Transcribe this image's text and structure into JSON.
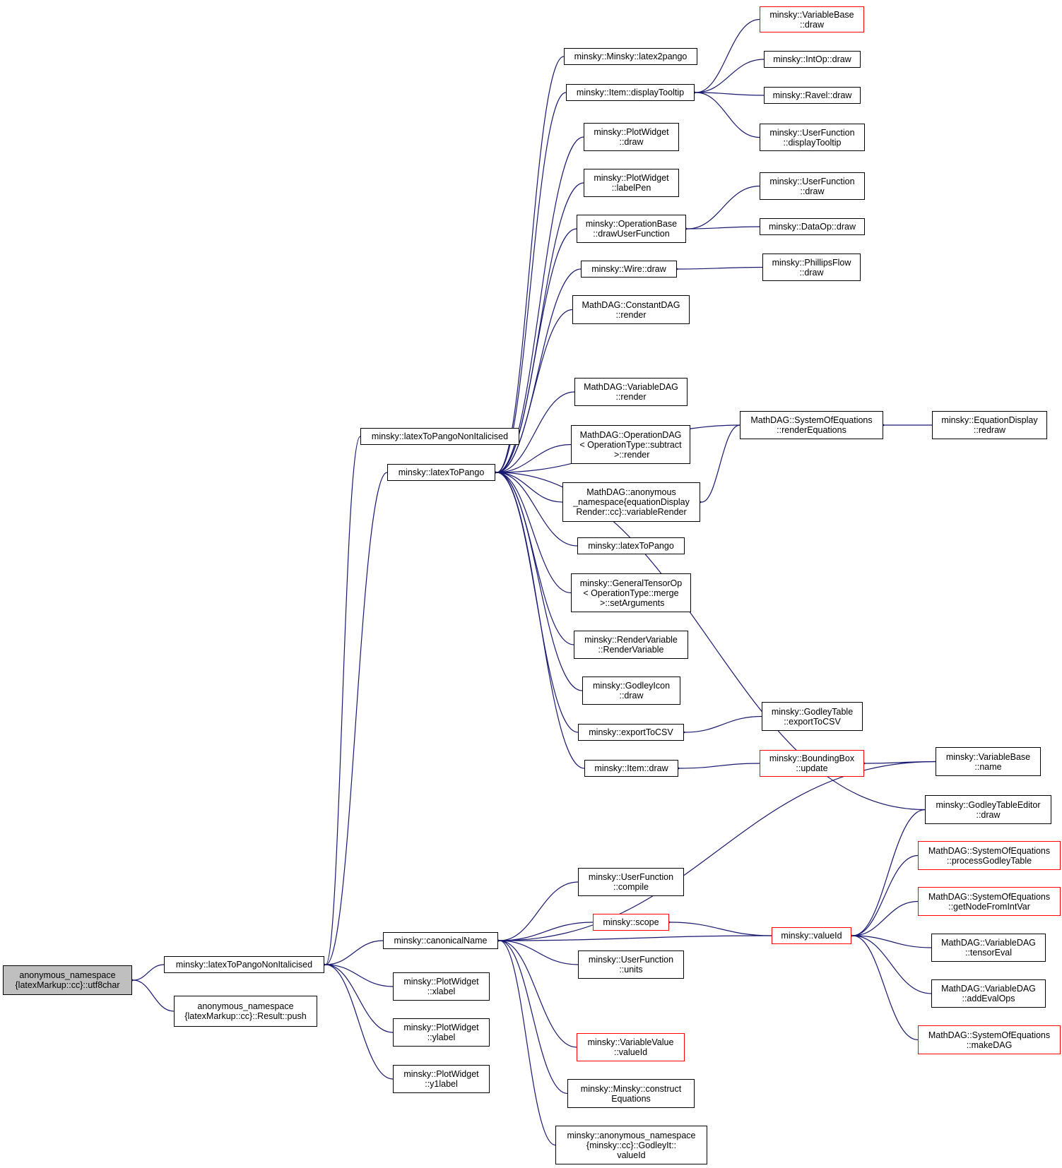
{
  "diagram": {
    "type": "call-graph",
    "edge_color": "#191970",
    "highlight_border_color": "#ff0000",
    "root_fill_color": "#bfbfbf",
    "nodes": [
      {
        "id": "utf8char",
        "label": "anonymous_namespace\n{latexMarkup::cc}::utf8char",
        "root": true
      },
      {
        "id": "ltpni_main",
        "label": "minsky::latexToPangoNonItalicised"
      },
      {
        "id": "push",
        "label": "anonymous_namespace\n{latexMarkup::cc}::Result::push"
      },
      {
        "id": "ltpni_top",
        "label": "minsky::latexToPangoNonItalicised"
      },
      {
        "id": "ltp",
        "label": "minsky::latexToPango"
      },
      {
        "id": "latex2pango",
        "label": "minsky::Minsky::latex2pango"
      },
      {
        "id": "displayTooltip",
        "label": "minsky::Item::displayTooltip"
      },
      {
        "id": "varbase_draw",
        "label": "minsky::VariableBase\n::draw",
        "red": true
      },
      {
        "id": "intop_draw",
        "label": "minsky::IntOp::draw"
      },
      {
        "id": "ravel_draw",
        "label": "minsky::Ravel::draw"
      },
      {
        "id": "uf_displayTooltip",
        "label": "minsky::UserFunction\n::displayTooltip"
      },
      {
        "id": "pw_draw",
        "label": "minsky::PlotWidget\n::draw"
      },
      {
        "id": "pw_labelPen",
        "label": "minsky::PlotWidget\n::labelPen"
      },
      {
        "id": "op_drawUF",
        "label": "minsky::OperationBase\n::drawUserFunction"
      },
      {
        "id": "uf_draw",
        "label": "minsky::UserFunction\n::draw"
      },
      {
        "id": "dataop_draw",
        "label": "minsky::DataOp::draw"
      },
      {
        "id": "wire_draw",
        "label": "minsky::Wire::draw"
      },
      {
        "id": "phillips_draw",
        "label": "minsky::PhillipsFlow\n::draw"
      },
      {
        "id": "constdag_render",
        "label": "MathDAG::ConstantDAG\n::render"
      },
      {
        "id": "vardag_render",
        "label": "MathDAG::VariableDAG\n::render"
      },
      {
        "id": "soe_renderEq",
        "label": "MathDAG::SystemOfEquations\n::renderEquations"
      },
      {
        "id": "eqdisp_redraw",
        "label": "minsky::EquationDisplay\n::redraw"
      },
      {
        "id": "opdag_render",
        "label": "MathDAG::OperationDAG\n< OperationType::subtract\n >::render"
      },
      {
        "id": "varRender",
        "label": "MathDAG::anonymous\n_namespace{equationDisplay\nRender::cc}::variableRender"
      },
      {
        "id": "ltp2",
        "label": "minsky::latexToPango"
      },
      {
        "id": "gto_setArgs",
        "label": "minsky::GeneralTensorOp\n< OperationType::merge\n >::setArguments"
      },
      {
        "id": "rendervar",
        "label": "minsky::RenderVariable\n::RenderVariable"
      },
      {
        "id": "godleyicon_draw",
        "label": "minsky::GodleyIcon\n::draw"
      },
      {
        "id": "exportToCSV",
        "label": "minsky::exportToCSV"
      },
      {
        "id": "gt_exportToCSV",
        "label": "minsky::GodleyTable\n::exportToCSV"
      },
      {
        "id": "item_draw",
        "label": "minsky::Item::draw"
      },
      {
        "id": "bbox_update",
        "label": "minsky::BoundingBox\n::update",
        "red": true
      },
      {
        "id": "varbase_name",
        "label": "minsky::VariableBase\n::name"
      },
      {
        "id": "gte_draw",
        "label": "minsky::GodleyTableEditor\n::draw"
      },
      {
        "id": "canonicalName",
        "label": "minsky::canonicalName"
      },
      {
        "id": "uf_compile",
        "label": "minsky::UserFunction\n::compile"
      },
      {
        "id": "scope",
        "label": "minsky::scope",
        "red": true
      },
      {
        "id": "valueId",
        "label": "minsky::valueId",
        "red": true
      },
      {
        "id": "uf_units",
        "label": "minsky::UserFunction\n::units"
      },
      {
        "id": "pw_xlabel",
        "label": "minsky::PlotWidget\n::xlabel"
      },
      {
        "id": "pw_ylabel",
        "label": "minsky::PlotWidget\n::ylabel"
      },
      {
        "id": "pw_y1label",
        "label": "minsky::PlotWidget\n::y1label"
      },
      {
        "id": "vv_valueId",
        "label": "minsky::VariableValue\n::valueId",
        "red": true
      },
      {
        "id": "constructEq",
        "label": "minsky::Minsky::construct\nEquations"
      },
      {
        "id": "godleyIt_valueId",
        "label": "minsky::anonymous_namespace\n{minsky::cc}::GodleyIt::\nvalueId"
      },
      {
        "id": "soe_processGT",
        "label": "MathDAG::SystemOfEquations\n::processGodleyTable",
        "red": true
      },
      {
        "id": "soe_getNode",
        "label": "MathDAG::SystemOfEquations\n::getNodeFromIntVar",
        "red": true
      },
      {
        "id": "vardag_tensorEval",
        "label": "MathDAG::VariableDAG\n::tensorEval"
      },
      {
        "id": "vardag_addEvalOps",
        "label": "MathDAG::VariableDAG\n::addEvalOps"
      },
      {
        "id": "soe_makeDAG",
        "label": "MathDAG::SystemOfEquations\n::makeDAG",
        "red": true
      }
    ],
    "edges": [
      [
        "utf8char",
        "ltpni_main"
      ],
      [
        "utf8char",
        "push"
      ],
      [
        "ltpni_main",
        "ltpni_top"
      ],
      [
        "ltpni_main",
        "ltp"
      ],
      [
        "ltpni_main",
        "canonicalName"
      ],
      [
        "ltpni_main",
        "pw_xlabel"
      ],
      [
        "ltpni_main",
        "pw_ylabel"
      ],
      [
        "ltpni_main",
        "pw_y1label"
      ],
      [
        "ltp",
        "latex2pango"
      ],
      [
        "ltp",
        "displayTooltip"
      ],
      [
        "ltp",
        "pw_draw"
      ],
      [
        "ltp",
        "pw_labelPen"
      ],
      [
        "ltp",
        "op_drawUF"
      ],
      [
        "ltp",
        "wire_draw"
      ],
      [
        "ltp",
        "constdag_render"
      ],
      [
        "ltp",
        "soe_renderEq"
      ],
      [
        "ltp",
        "vardag_render"
      ],
      [
        "ltp",
        "opdag_render"
      ],
      [
        "ltp",
        "varRender"
      ],
      [
        "ltp",
        "ltp2"
      ],
      [
        "ltp",
        "gto_setArgs"
      ],
      [
        "ltp",
        "rendervar"
      ],
      [
        "ltp",
        "godleyicon_draw"
      ],
      [
        "ltp",
        "exportToCSV"
      ],
      [
        "ltp",
        "item_draw"
      ],
      [
        "ltp",
        "gte_draw"
      ],
      [
        "displayTooltip",
        "varbase_draw"
      ],
      [
        "displayTooltip",
        "intop_draw"
      ],
      [
        "displayTooltip",
        "ravel_draw"
      ],
      [
        "displayTooltip",
        "uf_displayTooltip"
      ],
      [
        "op_drawUF",
        "uf_draw"
      ],
      [
        "op_drawUF",
        "dataop_draw"
      ],
      [
        "wire_draw",
        "phillips_draw"
      ],
      [
        "soe_renderEq",
        "eqdisp_redraw"
      ],
      [
        "varRender",
        "soe_renderEq"
      ],
      [
        "exportToCSV",
        "gt_exportToCSV"
      ],
      [
        "item_draw",
        "bbox_update"
      ],
      [
        "bbox_update",
        "varbase_name"
      ],
      [
        "canonicalName",
        "varbase_name"
      ],
      [
        "canonicalName",
        "uf_compile"
      ],
      [
        "canonicalName",
        "scope"
      ],
      [
        "canonicalName",
        "valueId"
      ],
      [
        "canonicalName",
        "uf_units"
      ],
      [
        "canonicalName",
        "vv_valueId"
      ],
      [
        "canonicalName",
        "constructEq"
      ],
      [
        "canonicalName",
        "godleyIt_valueId"
      ],
      [
        "scope",
        "valueId"
      ],
      [
        "valueId",
        "gte_draw"
      ],
      [
        "valueId",
        "soe_processGT"
      ],
      [
        "valueId",
        "soe_getNode"
      ],
      [
        "valueId",
        "vardag_tensorEval"
      ],
      [
        "valueId",
        "vardag_addEvalOps"
      ],
      [
        "valueId",
        "soe_makeDAG"
      ]
    ]
  }
}
